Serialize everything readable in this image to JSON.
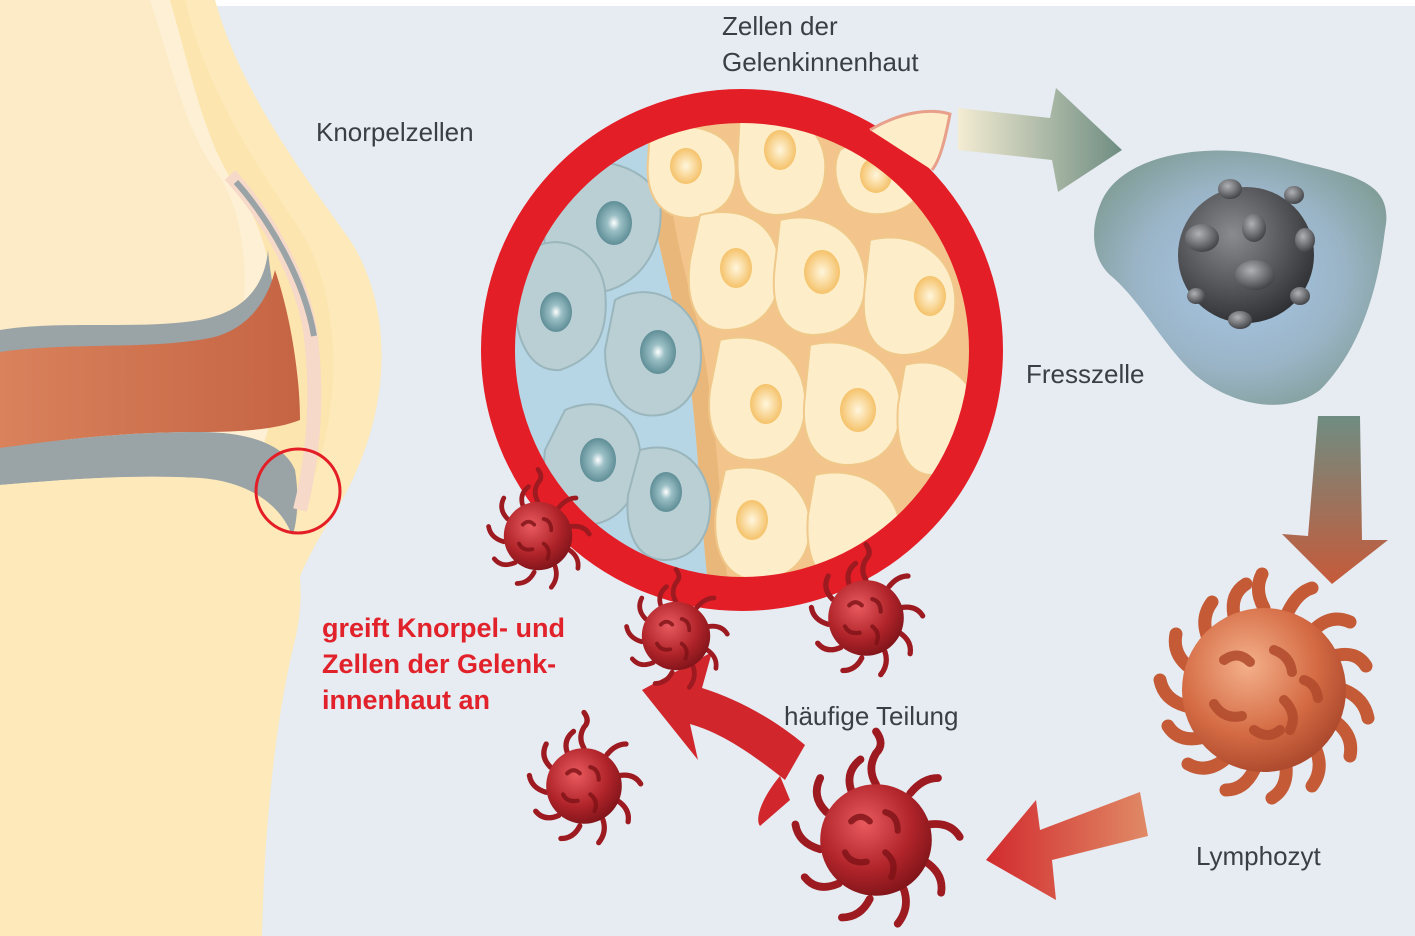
{
  "labels": {
    "synovial_line1": "Zellen der",
    "synovial_line2": "Gelenkinnenhaut",
    "cartilage": "Knorpelzellen",
    "macrophage": "Fresszelle",
    "division": "häufige Teilung",
    "lymphocyte": "Lymphozyt",
    "attack_line1": "greift Knorpel- und",
    "attack_line2": "Zellen der Gelenk-",
    "attack_line3": "innenhaut an"
  },
  "colors": {
    "background": "#e6ecf2",
    "bone": "#fbe9bf",
    "cartilage_cells": "#b7cfd3",
    "synovial_cells": "#fdeec9",
    "magnifier_ring": "#e41e26",
    "lymphocyte": "#d87048",
    "activated_cell": "#a01c22",
    "macrophage_body": "#8faab0",
    "macrophage_nucleus": "#3a3b3e"
  }
}
